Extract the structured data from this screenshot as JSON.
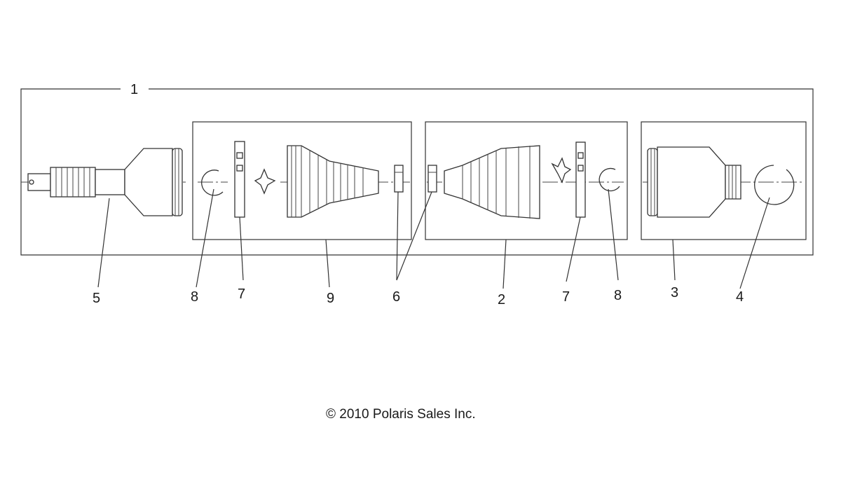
{
  "diagram": {
    "callouts": {
      "assembly": "1",
      "outer_boot_kit": "9",
      "inner_boot_kit": "2",
      "inner_cv_kit": "3",
      "outer_cv_joint": "5",
      "snap_ring_left": "8",
      "retainer_left": "7",
      "clamps": "6",
      "retainer_right": "7",
      "snap_ring_right": "8",
      "circlip": "4"
    },
    "copyright": "© 2010 Polaris Sales Inc."
  }
}
